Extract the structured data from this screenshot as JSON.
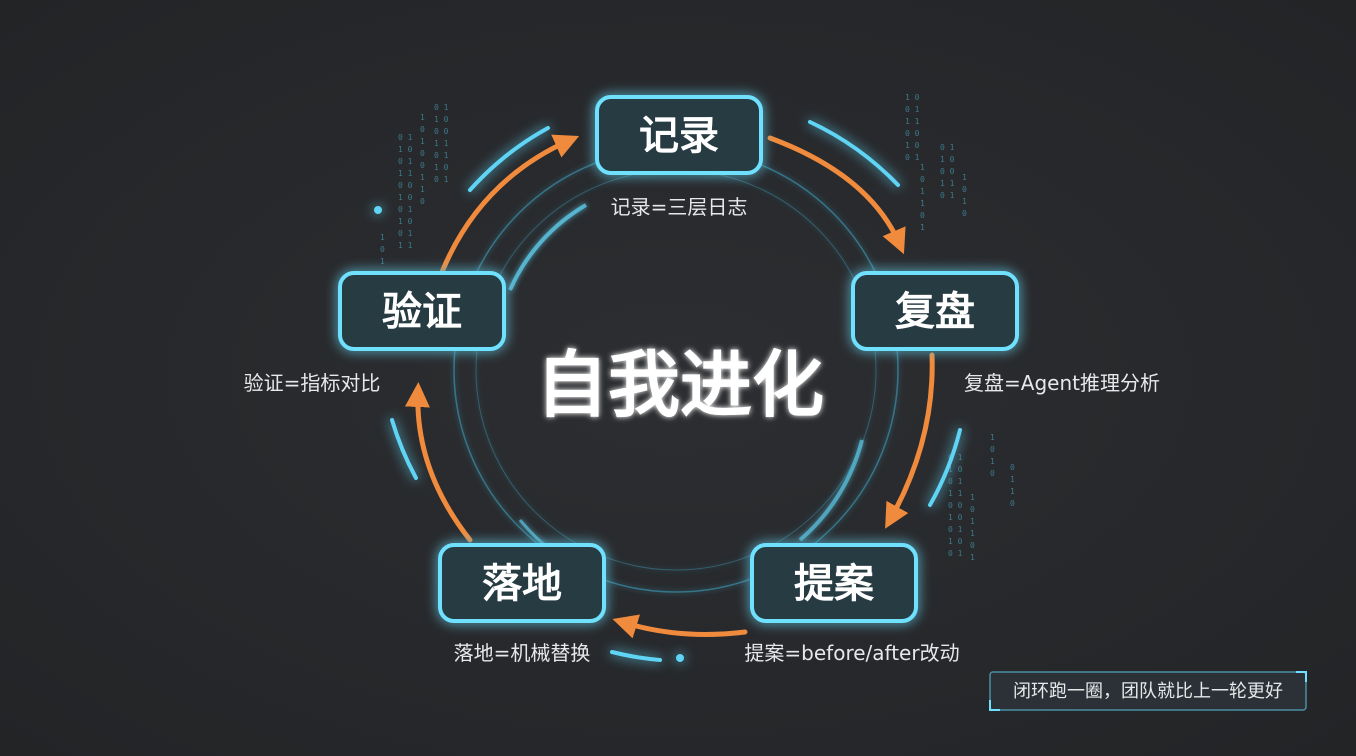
{
  "diagram": {
    "center_title": "自我进化",
    "nodes": [
      {
        "id": "record",
        "label": "记录",
        "caption": "记录=三层日志"
      },
      {
        "id": "review",
        "label": "复盘",
        "caption": "复盘=Agent推理分析"
      },
      {
        "id": "propose",
        "label": "提案",
        "caption": "提案=before/after改动"
      },
      {
        "id": "land",
        "label": "落地",
        "caption": "落地=机械替换"
      },
      {
        "id": "verify",
        "label": "验证",
        "caption": "验证=指标对比"
      }
    ],
    "cycle_order": [
      "record",
      "review",
      "propose",
      "land",
      "verify"
    ],
    "footnote": "闭环跑一圈，团队就比上一轮更好"
  },
  "colors": {
    "background": "#26282b",
    "glow": "#5fd4f4",
    "arrow": "#f08a3c",
    "text": "#ffffff"
  }
}
